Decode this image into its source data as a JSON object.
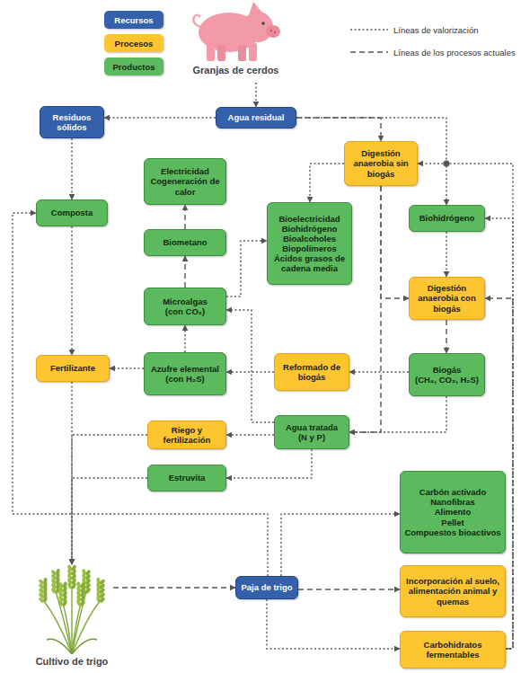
{
  "diagram": {
    "nodes": [
      {
        "text": [
          "Granjas de cerdos"
        ]
      },
      {
        "text": [
          "Residuos sólidos"
        ]
      },
      {
        "text": [
          "Agua residual"
        ]
      },
      {
        "text": [
          "Digestión anaerobia sin biogás"
        ]
      },
      {
        "text": [
          "Electricidad",
          "Cogeneración de calor"
        ]
      },
      {
        "text": [
          "Composta"
        ]
      },
      {
        "text": [
          "Bioelectricidad",
          "Biohidrógeno",
          "Bioalcoholes",
          "Biopolímeros",
          "Ácidos grasos de cadena media"
        ]
      },
      {
        "text": [
          "Biohidrógeno"
        ]
      },
      {
        "text": [
          "Biometano"
        ]
      },
      {
        "text": [
          "Digestión anaerobia con biogás"
        ]
      },
      {
        "text": [
          "Microalgas",
          "(con CO₂)"
        ]
      },
      {
        "text": [
          "Fertilizante"
        ]
      },
      {
        "text": [
          "Azufre elemental",
          "(con H₂S)"
        ]
      },
      {
        "text": [
          "Reformado de biogás"
        ]
      },
      {
        "text": [
          "Biogás",
          "(CH₄, CO₂, H₂S)"
        ]
      },
      {
        "text": [
          "Riego y fertilización"
        ]
      },
      {
        "text": [
          "Agua tratada",
          "(N y P)"
        ]
      },
      {
        "text": [
          "Estruvita"
        ]
      },
      {
        "text": [
          "Carbón activado",
          "Nanofibras",
          "Alimento",
          "Pellet",
          "Compuestos bioactivos"
        ]
      },
      {
        "text": [
          "Cultivo de trigo"
        ]
      },
      {
        "text": [
          "Paja de trigo"
        ]
      },
      {
        "text": [
          "Incorporación al suelo, alimentación animal y quemas"
        ]
      },
      {
        "text": [
          "Carbohidratos fermentables"
        ]
      }
    ],
    "edges": [
      {
        "from": 0,
        "to": 2,
        "arrow": "to"
      },
      {
        "from": 2,
        "to": 1,
        "arrow": "to"
      },
      {
        "from": 2,
        "to": 3,
        "arrow": "to"
      },
      {
        "from": 2,
        "to": 7,
        "arrow": "to"
      },
      {
        "from": 1,
        "to": 5,
        "arrow": "to"
      },
      {
        "from": 5,
        "to": 11,
        "arrow": "to"
      },
      {
        "from": 3,
        "to": 6,
        "arrow": "to"
      },
      {
        "from": 22,
        "to": 3,
        "arrow": "to"
      },
      {
        "from": 22,
        "to": 7,
        "arrow": "to"
      },
      {
        "from": 22,
        "to": 9,
        "arrow": "to"
      },
      {
        "from": 3,
        "to": 9,
        "arrow": "to"
      },
      {
        "from": 3,
        "to": 16,
        "arrow": "to"
      },
      {
        "from": 7,
        "to": 9,
        "arrow": "to"
      },
      {
        "from": 9,
        "to": 14,
        "arrow": "to"
      },
      {
        "from": 14,
        "to": 13,
        "arrow": "to"
      },
      {
        "from": 14,
        "to": 16,
        "arrow": "to"
      },
      {
        "from": 13,
        "to": 12,
        "arrow": "to"
      },
      {
        "from": 12,
        "to": 10,
        "arrow": "to"
      },
      {
        "from": 12,
        "to": 11,
        "arrow": "to"
      },
      {
        "from": 10,
        "to": 8,
        "arrow": "to"
      },
      {
        "from": 8,
        "to": 4,
        "arrow": "to"
      },
      {
        "from": 10,
        "to": 6,
        "arrow": "to"
      },
      {
        "from": 16,
        "to": 10,
        "arrow": "to"
      },
      {
        "from": 16,
        "to": 15,
        "arrow": "to"
      },
      {
        "from": 16,
        "to": 17,
        "arrow": "to"
      },
      {
        "from": 11,
        "to": 19,
        "arrow": "to"
      },
      {
        "from": 15,
        "to": 19,
        "arrow": "to"
      },
      {
        "from": 17,
        "to": 19,
        "arrow": "to"
      },
      {
        "from": 19,
        "to": 20,
        "arrow": "to"
      },
      {
        "from": 20,
        "to": 5,
        "arrow": "to"
      },
      {
        "from": 20,
        "to": 18,
        "arrow": "to"
      },
      {
        "from": 20,
        "to": 21,
        "arrow": "to"
      },
      {
        "from": 20,
        "to": 22,
        "arrow": "to"
      }
    ],
    "legend": [
      {
        "text": "Recursos",
        "color": "#3461aa"
      },
      {
        "text": "Procesos",
        "color": "#fdc52f"
      },
      {
        "text": "Productos",
        "color": "#5cba5e"
      },
      {
        "text": "Líneas de valorización"
      },
      {
        "text": "Líneas de los procesos actuales"
      }
    ]
  }
}
